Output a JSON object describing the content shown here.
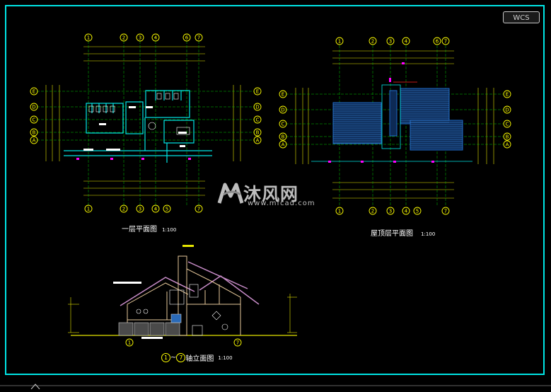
{
  "viewport": {
    "background": "#000000",
    "frame_color": "#00e5e5",
    "wcs_label": "WCS"
  },
  "colors": {
    "dimension": "#e6e600",
    "axis_bubble": "#ffff00",
    "grid_line": "#00c800",
    "wall": "#00e5e5",
    "roof": "#1f6bc7",
    "annotation": "#ffffff",
    "highlight": "#ff00ff",
    "elevation_wall": "#e6c89a",
    "elevation_roof": "#c88cc8"
  },
  "drawings": {
    "ground_floor_plan": {
      "title": "一层平面图",
      "scale": "1:100",
      "axes_top": [
        "1",
        "2",
        "3",
        "4",
        "6",
        "7"
      ],
      "axes_bottom": [
        "1",
        "2",
        "3",
        "4",
        "5",
        "7"
      ],
      "axes_side": [
        "E",
        "D",
        "C",
        "B",
        "A"
      ]
    },
    "roof_plan": {
      "title": "屋顶层平面图",
      "scale": "1:100",
      "axes_top": [
        "1",
        "2",
        "3",
        "4",
        "6",
        "7"
      ],
      "axes_bottom": [
        "1",
        "2",
        "3",
        "4",
        "5",
        "7"
      ],
      "axes_left": [
        "E",
        "D",
        "C",
        "B",
        "A"
      ],
      "axes_right": [
        "E",
        "D",
        "C",
        "B",
        "A"
      ]
    },
    "elevation": {
      "title_prefix": "1",
      "title_mid": "~",
      "title_suffix": "7",
      "title_text": "轴立面图",
      "scale": "1:100",
      "axis_left": "1",
      "axis_right": "7"
    }
  },
  "watermark": {
    "brand": "沐风网",
    "url": "www.mfcad.com"
  }
}
